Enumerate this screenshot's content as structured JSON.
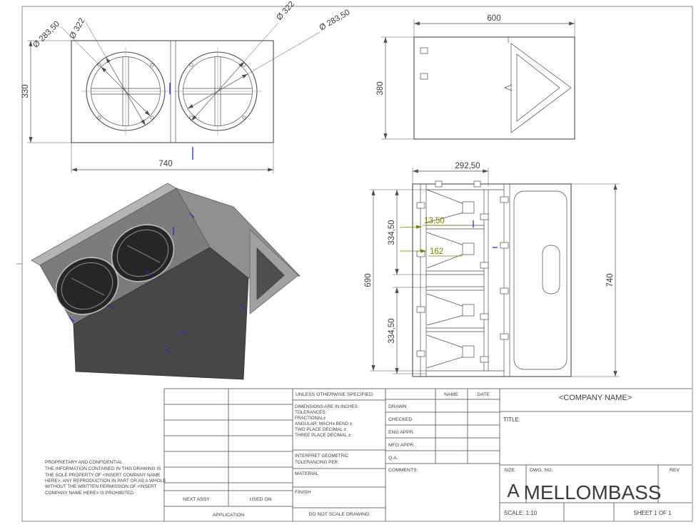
{
  "colors": {
    "line": "#4a4a4a",
    "dim": "#4f4f4f",
    "olive": "#7f7e00",
    "blue": "#2929cc",
    "body-dark": "#474747",
    "body-mid": "#7c7c7c",
    "body-light": "#b4b4b4",
    "body-end": "#909090"
  },
  "front_view": {
    "dia_inner_left": "Ø 283,50",
    "dia_outer_left": "Ø 322",
    "dia_outer_right": "Ø 322",
    "dia_inner_right": "Ø 283,50",
    "height": "330",
    "width": "740"
  },
  "top_view": {
    "width": "600",
    "depth": "380"
  },
  "section_view": {
    "front_offset": "292,50",
    "upper_bay": "334,50",
    "lower_bay": "334,50",
    "inner_height": "690",
    "outer_height": "740",
    "panel_thickness": "13,50",
    "chamber_gap": "162"
  },
  "title_block": {
    "unless": "UNLESS OTHERWISE SPECIFIED:",
    "notes": [
      "DIMENSIONS ARE IN INCHES",
      "TOLERANCES:",
      "FRACTIONAL±",
      "ANGULAR: MACH±    BEND ±",
      "TWO PLACE DECIMAL    ±",
      "THREE PLACE DECIMAL  ±"
    ],
    "interpret_1": "INTERPRET GEOMETRIC",
    "interpret_2": "TOLERANCING PER:",
    "material": "MATERIAL",
    "finish": "FINISH",
    "do_not_scale": "DO NOT SCALE DRAWING",
    "col_name": "NAME",
    "col_date": "DATE",
    "rows": [
      "DRAWN",
      "CHECKED",
      "ENG APPR.",
      "MFG APPR.",
      "Q.A.",
      "COMMENTS:"
    ],
    "company": "<COMPANY NAME>",
    "title_label": "TITLE:",
    "size_label": "SIZE",
    "size_value": "A",
    "dwg_label": "DWG. NO.",
    "dwg_value": "MELLOMBASS",
    "rev_label": "REV",
    "scale": "SCALE: 1:10",
    "sheet": "SHEET 1 OF 1",
    "next_assy": "NEXT ASSY",
    "used_on": "USED ON",
    "application": "APPLICATION",
    "proprietary_title": "PROPRIETARY AND CONFIDENTIAL",
    "proprietary_body": "THE INFORMATION CONTAINED IN THIS DRAWING IS THE SOLE PROPERTY OF <INSERT COMPANY NAME HERE>.  ANY REPRODUCTION IN PART OR AS A WHOLE WITHOUT THE WRITTEN PERMISSION OF <INSERT COMPANY NAME HERE> IS PROHIBITED."
  }
}
